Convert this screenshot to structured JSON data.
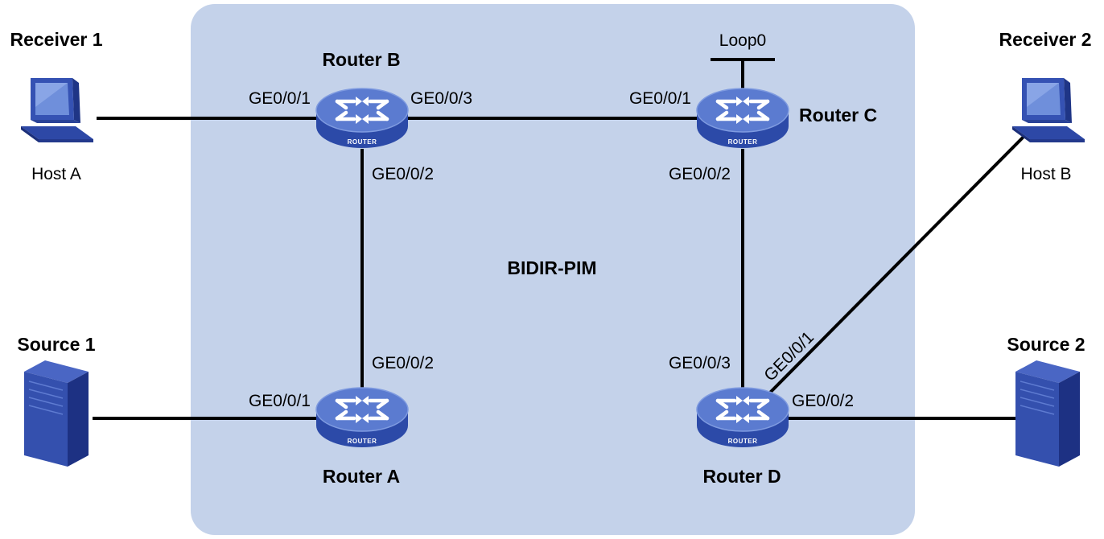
{
  "domain_label": "BIDIR-PIM",
  "colors": {
    "domain_fill": "#c4d2ea",
    "router_top": "#5b7bd0",
    "router_side": "#2c4aa8",
    "device_blue": "#2d48a6",
    "link": "#000000"
  },
  "routers": {
    "a": {
      "name": "Router A",
      "badge": "ROUTER"
    },
    "b": {
      "name": "Router B",
      "badge": "ROUTER"
    },
    "c": {
      "name": "Router C",
      "badge": "ROUTER"
    },
    "d": {
      "name": "Router D",
      "badge": "ROUTER"
    }
  },
  "hosts": {
    "host_a": {
      "role": "Receiver 1",
      "name": "Host A",
      "icon": "pc-icon"
    },
    "host_b": {
      "role": "Receiver 2",
      "name": "Host B",
      "icon": "pc-icon"
    },
    "source_1": {
      "role": "Source 1",
      "icon": "server-icon"
    },
    "source_2": {
      "role": "Source 2",
      "icon": "server-icon"
    }
  },
  "loopback": "Loop0",
  "interfaces": {
    "b_ge1": "GE0/0/1",
    "b_ge3": "GE0/0/3",
    "b_ge2": "GE0/0/2",
    "c_ge1": "GE0/0/1",
    "c_ge2": "GE0/0/2",
    "a_ge2": "GE0/0/2",
    "a_ge1": "GE0/0/1",
    "d_ge3": "GE0/0/3",
    "d_ge1": "GE0/0/1",
    "d_ge2": "GE0/0/2"
  }
}
